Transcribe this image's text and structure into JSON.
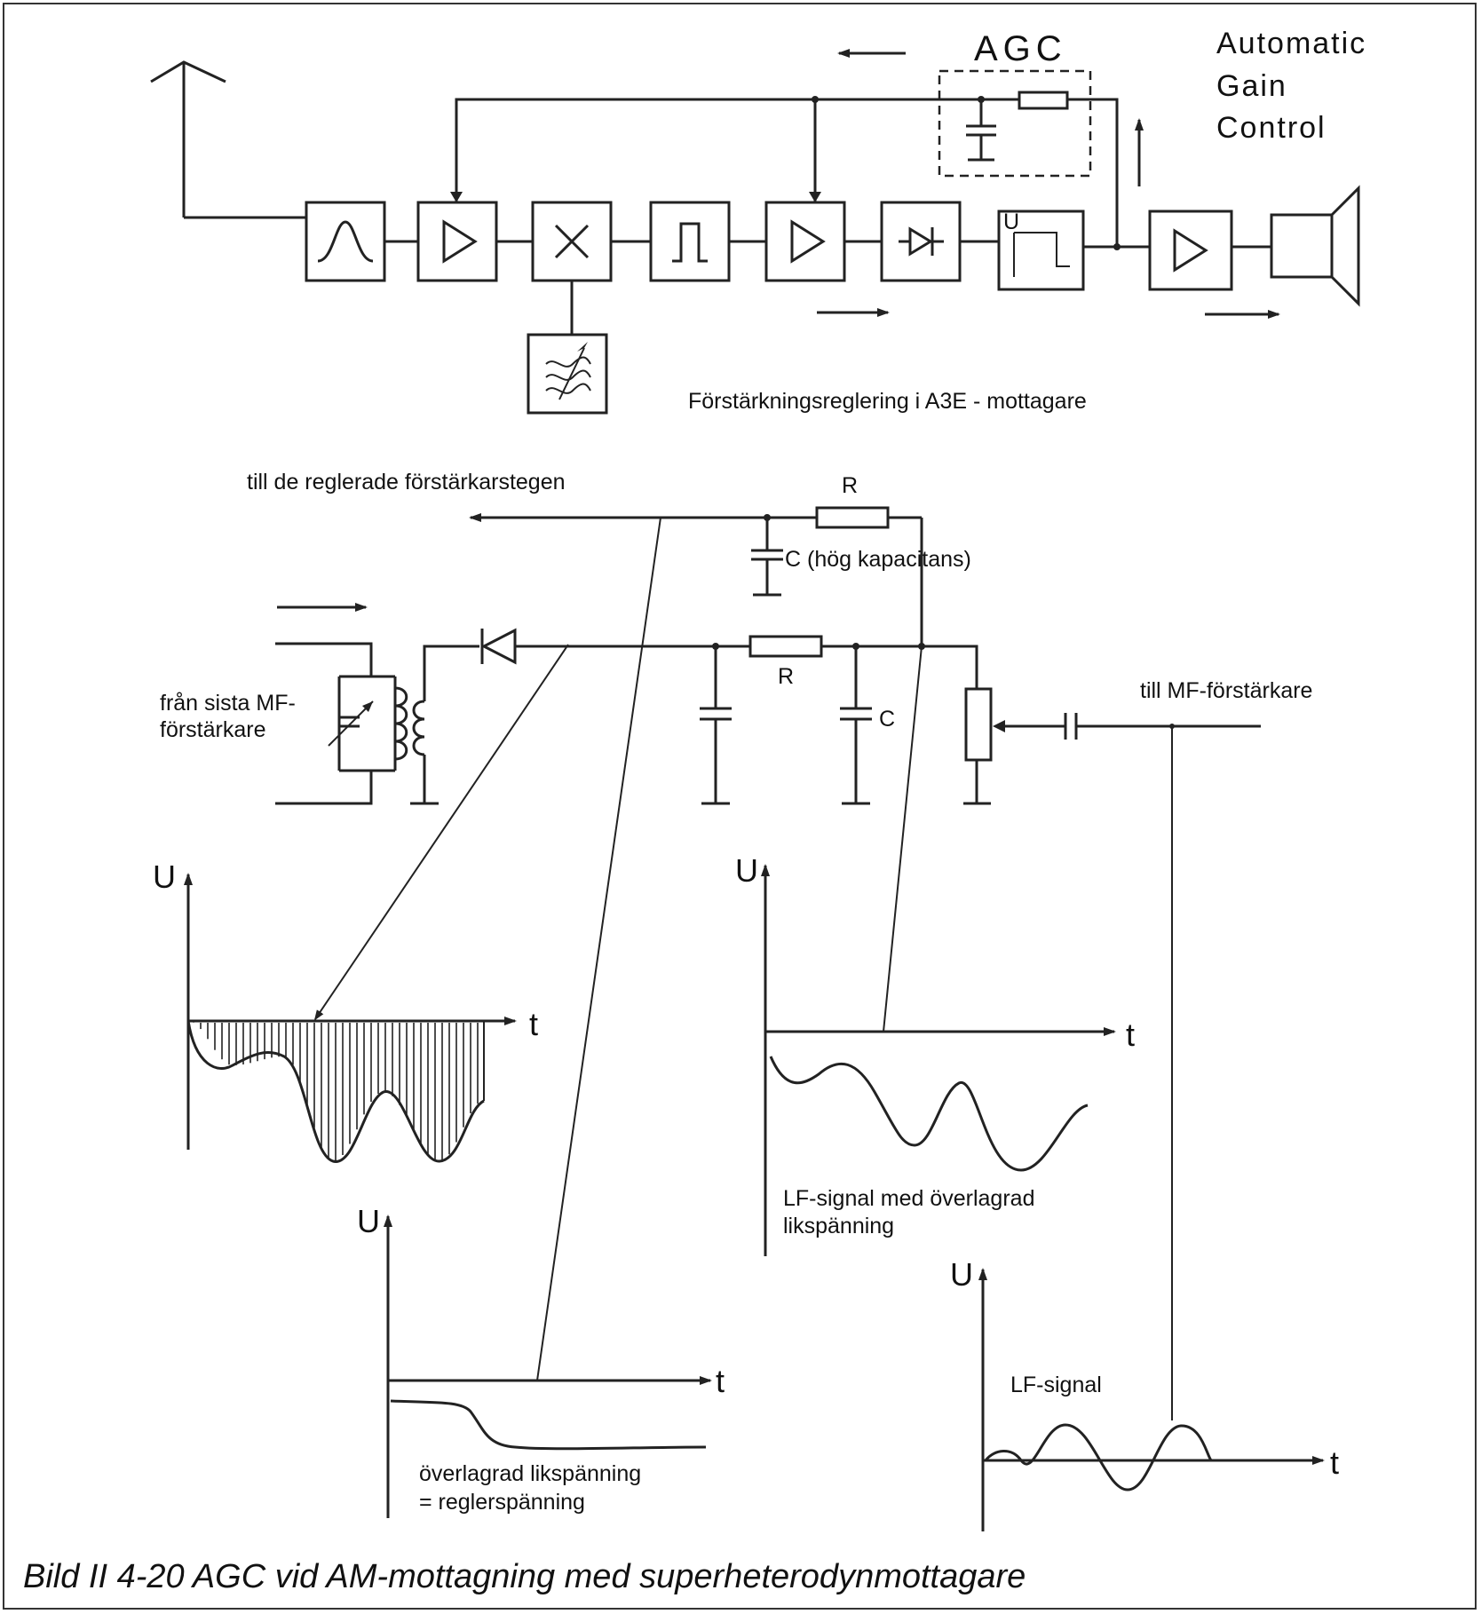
{
  "figure": {
    "caption": "Bild II 4-20  AGC vid AM-mottagning med superheterodynmottagare",
    "block_diagram": {
      "agc_label": "AGC",
      "agc_expansion": [
        "Automatic",
        "Gain",
        "Control"
      ],
      "subtitle": "Förstärkningsreglering i A3E - mottagare"
    },
    "circuit": {
      "to_controlled_stages": "till de reglerade förstärkarstegen",
      "resistor_R_top": "R",
      "capacitor_C_top": "C (hög kapacitans)",
      "from_last_if": "från sista MF-förstärkare",
      "resistor_R_mid": "R",
      "capacitor_C_mid": "C",
      "to_af_amp": "till MF-förstärkare"
    },
    "graphs": {
      "axis_u": "U",
      "axis_t": "t",
      "lf_with_dc": "LF-signal med överlagrad likspänning",
      "dc_control": "överlagrad likspänning = reglerspänning",
      "lf_signal": "LF-signal"
    }
  }
}
